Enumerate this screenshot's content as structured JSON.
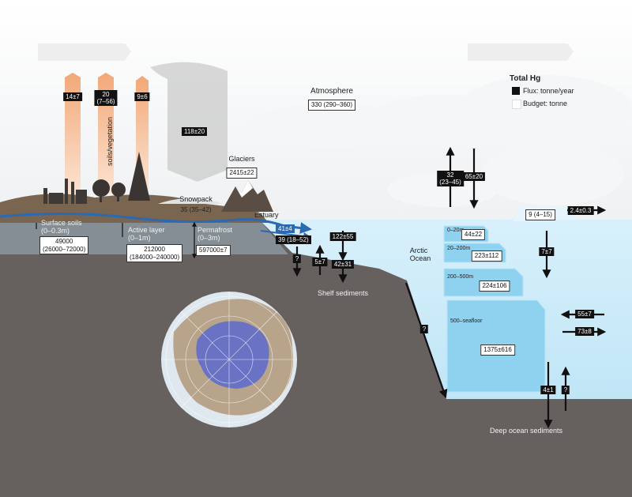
{
  "legend": {
    "title": "Total Hg",
    "flux_label": "Flux: tonne/year",
    "budget_label": "Budget: tonne"
  },
  "atmosphere": {
    "label": "Atmosphere",
    "budget": "330 (290–360)"
  },
  "emissions": {
    "e1": "14±7",
    "e2a": "20",
    "e2b": "(7–56)",
    "e3": "9±6",
    "soil_veg_label": "soils/vegetation",
    "deposition": "118±20"
  },
  "glaciers": {
    "label": "Glaciers",
    "budget": "2415±22"
  },
  "snowpack": {
    "label": "Snowpack",
    "budget": "35 (35–42)"
  },
  "estuary": {
    "label": "Estuary"
  },
  "soils": {
    "surface_label": "Surface soils",
    "surface_depth": "(0–0.3m)",
    "surface_budget_a": "49000",
    "surface_budget_b": "(26000–72000)",
    "active_label": "Active layer",
    "active_depth": "(0–1m)",
    "active_budget_a": "212000",
    "active_budget_b": "(184000–240000)",
    "perma_label": "Permafrost",
    "perma_depth": "(0–3m)",
    "perma_budget": "597000±7"
  },
  "rivers": {
    "f1": "41±4",
    "f2": "39 (18–52)"
  },
  "shelf": {
    "label": "Shelf sediments",
    "q": "?",
    "up": "5±7",
    "down_to_water": "122±55",
    "down_to_sed": "42±31"
  },
  "ocean": {
    "label_a": "Arctic",
    "label_b": "Ocean",
    "air_up_a": "32",
    "air_up_b": "(23–45)",
    "air_down": "65±20",
    "ice_budget": "9 (4–15)",
    "ice_flux": "2.4±0.3",
    "mid_flux": "7±7",
    "layer1_label": "0–20m",
    "layer1_val": "44±22",
    "layer2_label": "20–200m",
    "layer2_val": "223±112",
    "layer3_label": "200–500m",
    "layer3_val": "224±106",
    "layer4_label": "500–seafloor",
    "layer4_val": "1375±616",
    "import": "55±7",
    "export": "73±8",
    "slope_q": "?",
    "burial": "4±1",
    "burial_q": "?",
    "deep_label": "Deep ocean sediments"
  },
  "colors": {
    "sky": "#ffffff",
    "land_dark": "#66605f",
    "soil": "#7a6650",
    "river": "#2b6ab0",
    "sea": "#c9eaf8",
    "ocean_box": "#8fd2f0",
    "plume": "#f2a878",
    "permafrost": "#8f9da5",
    "map_land": "#b8a48a",
    "map_ice": "#6a72c4"
  }
}
